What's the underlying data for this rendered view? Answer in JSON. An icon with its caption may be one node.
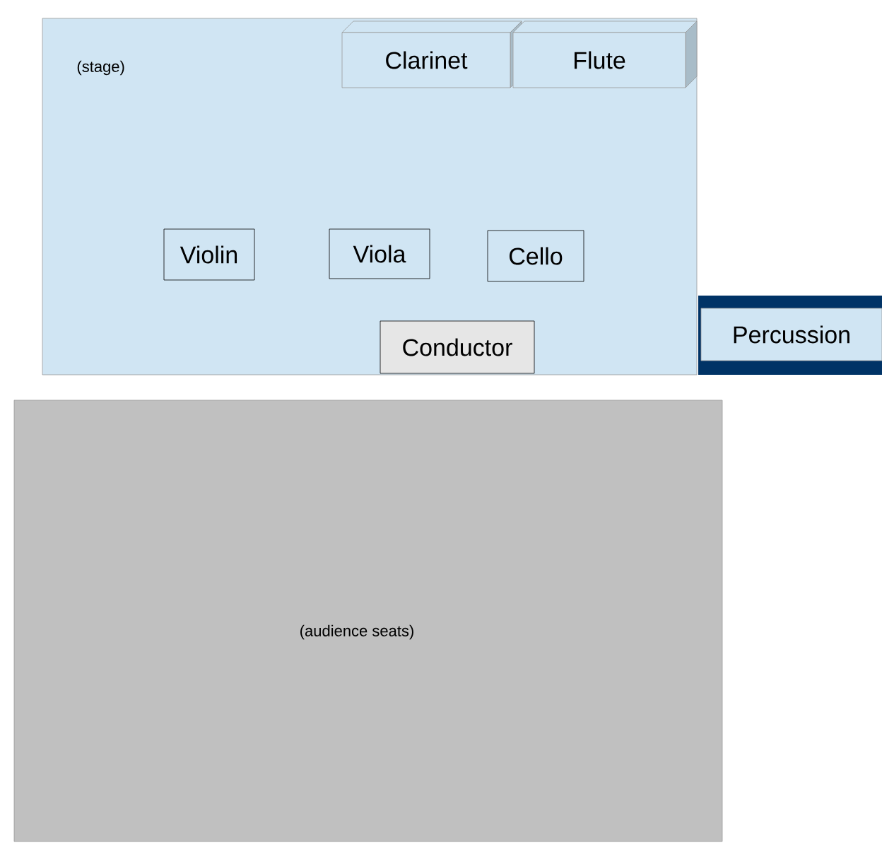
{
  "diagram": {
    "nodes": [
      {
        "text": [
          "(stage)"
        ]
      },
      {
        "text": [
          "Clarinet"
        ],
        "in": 0
      },
      {
        "text": [
          "Flute"
        ],
        "in": 0
      },
      {
        "text": [
          "Violin"
        ],
        "in": 0
      },
      {
        "text": [
          "Viola"
        ],
        "in": 0
      },
      {
        "text": [
          "Cello"
        ],
        "in": 0
      },
      {
        "text": [
          "Conductor"
        ],
        "in": 0
      },
      {
        "text": [
          "Percussion"
        ]
      },
      {
        "text": [
          "(audience seats)"
        ]
      }
    ]
  }
}
